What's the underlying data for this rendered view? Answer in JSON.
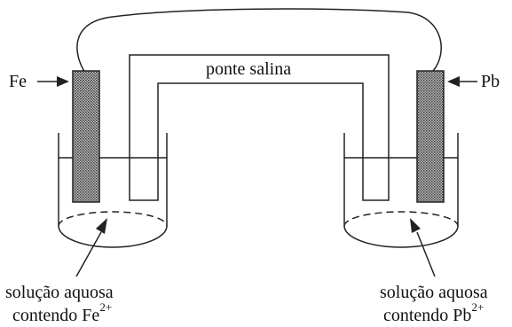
{
  "diagram": {
    "left_electrode_label": "Fe",
    "right_electrode_label": "Pb",
    "salt_bridge_label": "ponte salina",
    "left_solution": {
      "line1": "solução aquosa",
      "line2_text": "contendo Fe",
      "line2_charge": "2+"
    },
    "right_solution": {
      "line1": "solução aquosa",
      "line2_text": "contendo Pb",
      "line2_charge": "2+"
    }
  }
}
